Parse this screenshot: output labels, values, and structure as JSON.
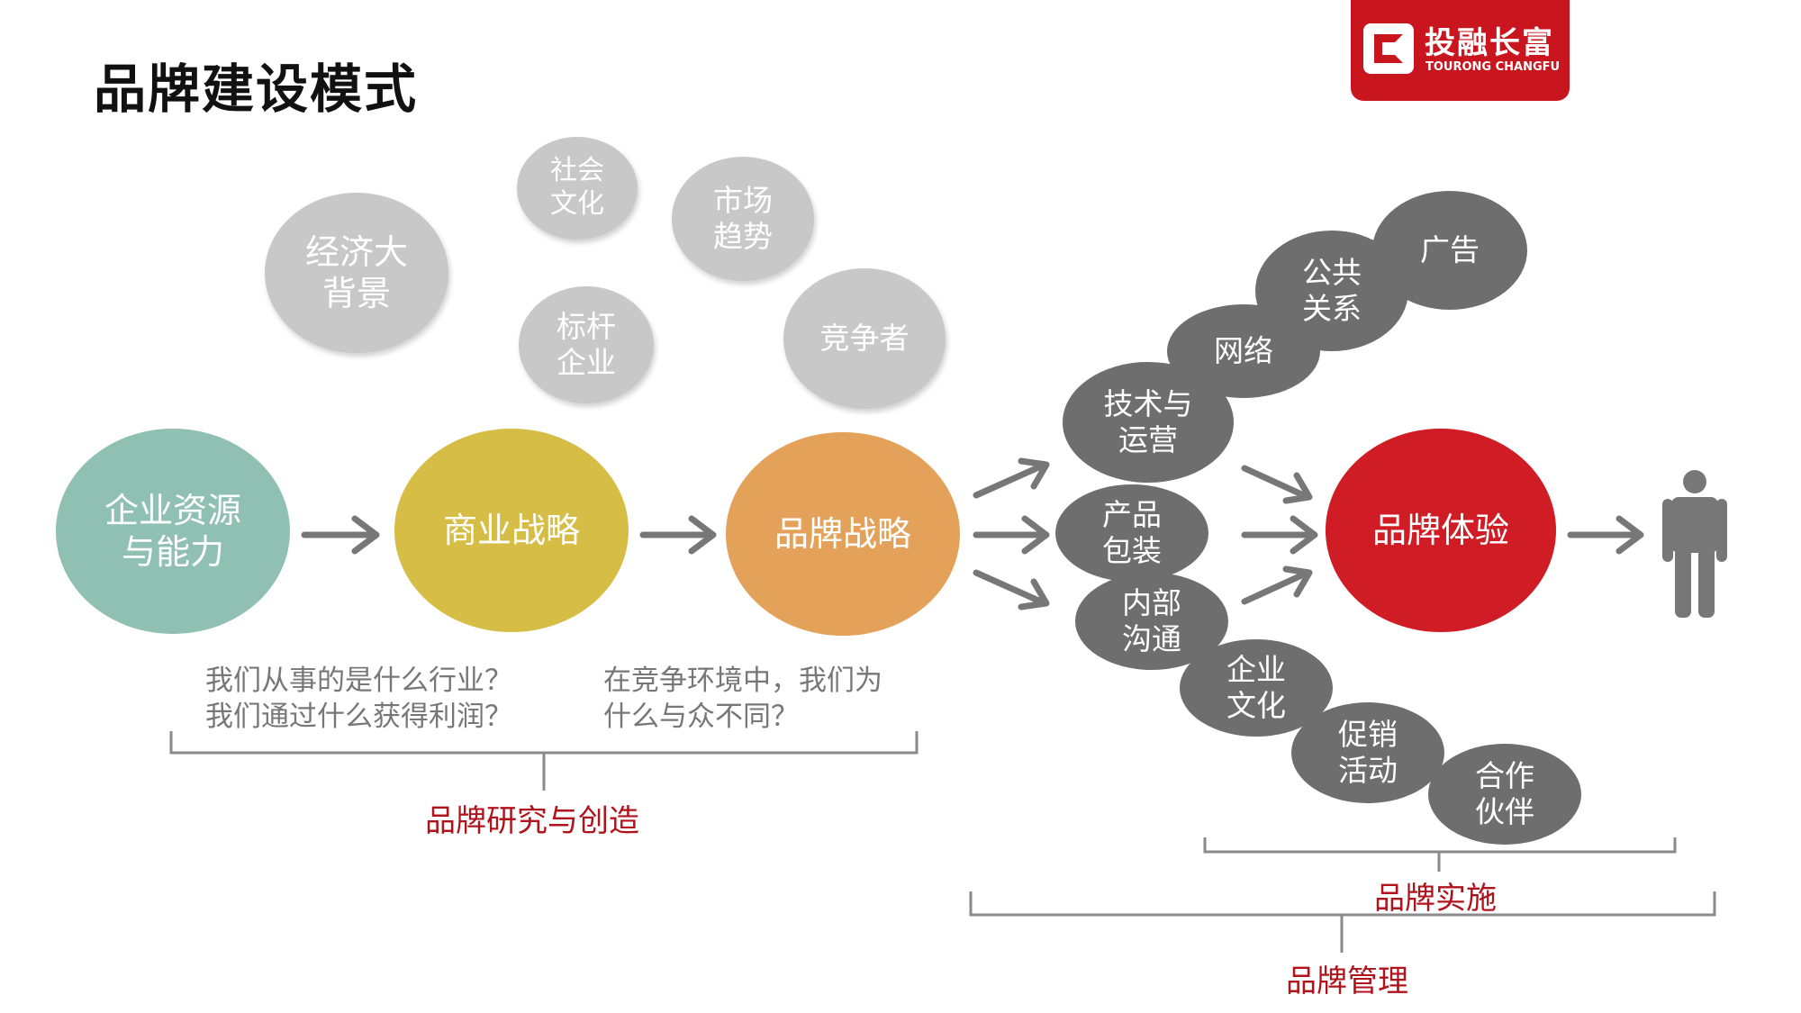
{
  "title": "品牌建设模式",
  "logo": {
    "name_cn": "投融长富",
    "name_en": "TOURONG CHANGFU",
    "brand_color": "#c8151e"
  },
  "context_factors": [
    "经济大\n背景",
    "社会\n文化",
    "市场\n趋势",
    "标杆\n企业",
    "竞争者"
  ],
  "main_chain": [
    {
      "label": "企业资源\n与能力",
      "color": "#8fc0b2"
    },
    {
      "label": "商业战略",
      "color": "#d6bd46"
    },
    {
      "label": "品牌战略",
      "color": "#e3a15a"
    },
    {
      "label": "品牌体验",
      "color": "#d01c25"
    }
  ],
  "touchpoints": [
    "广告",
    "公共\n关系",
    "网络",
    "技术与\n运营",
    "产品\n包装",
    "内部\n沟通",
    "企业\n文化",
    "促销\n活动",
    "合作\n伙伴"
  ],
  "questions": {
    "business": "我们从事的是什么行业？\n我们通过什么获得利润？",
    "brand": "在竞争环境中，我们为\n什么与众不同？"
  },
  "stages": {
    "research": "品牌研究与创造",
    "implementation": "品牌实施",
    "management": "品牌管理"
  },
  "icons": {
    "person": "person-icon",
    "arrow": "arrow-right-icon"
  },
  "colors": {
    "arrow": "#777777",
    "bracket": "#8a8a8a",
    "stage_label": "#b0131c",
    "context_fill": "#c8c8c8",
    "touchpoint_fill": "#6e6e6e"
  }
}
